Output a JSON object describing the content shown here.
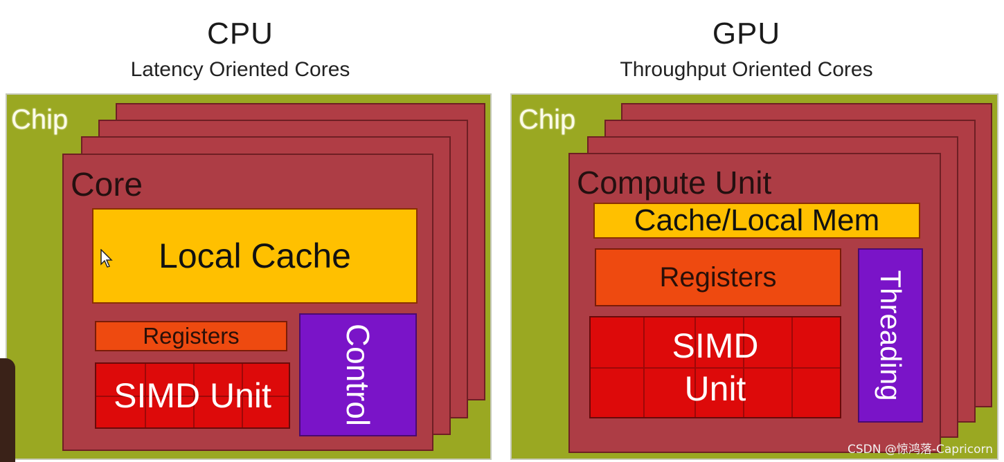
{
  "cpu": {
    "title": "CPU",
    "subtitle": "Latency Oriented Cores",
    "chip_label": "Chip",
    "core_label": "Core",
    "local_cache": "Local Cache",
    "registers": "Registers",
    "simd": "SIMD Unit",
    "control": "Control"
  },
  "gpu": {
    "title": "GPU",
    "subtitle": "Throughput Oriented Cores",
    "chip_label": "Chip",
    "unit_label": "Compute Unit",
    "cache": "Cache/Local Mem",
    "registers": "Registers",
    "simd_line1": "SIMD",
    "simd_line2": "Unit",
    "threading": "Threading"
  },
  "watermark": "CSDN @惊鸿落-Capricorn",
  "colors": {
    "chip": "#9aa822",
    "core": "#ad3d45",
    "cache": "#ffc000",
    "registers": "#ee4a10",
    "simd": "#dd0a0a",
    "control": "#7a14c8"
  },
  "icons": [
    "mouse-cursor-icon"
  ]
}
